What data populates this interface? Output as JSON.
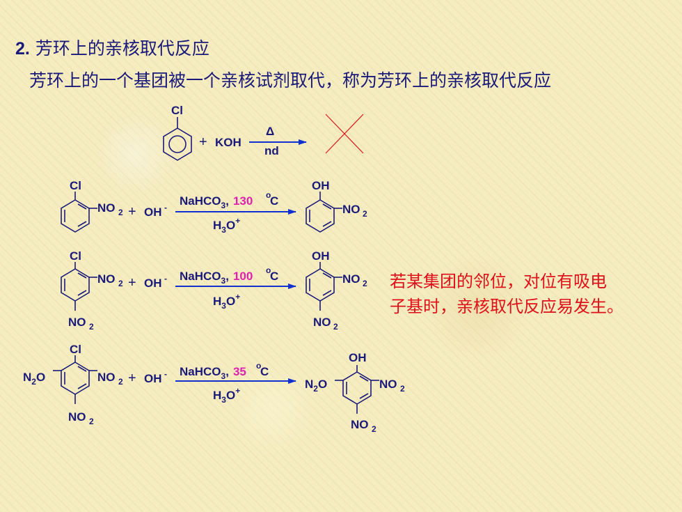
{
  "heading": {
    "number": "2.",
    "title": "芳环上的亲核取代反应"
  },
  "intro": "芳环上的一个基团被一个亲核试剂取代，称为芳环上的亲核取代反应",
  "note": {
    "line1": "若某集团的邻位，对位有吸电",
    "line2": "子基时，亲核取代反应易发生。"
  },
  "colors": {
    "text_blue": "#1a1a7a",
    "accent_red": "#e0101a",
    "temp_pink": "#e020b0",
    "arrow_blue": "#1030d0"
  },
  "reaction0": {
    "substituent": "Cl",
    "plus": "+",
    "reagent": "KOH",
    "above_arrow": "Δ",
    "below_arrow": "nd",
    "result": "no reaction (cross)"
  },
  "reaction1": {
    "reactant_top": "Cl",
    "reactant_right": "NO",
    "sub2": "2",
    "plus": "+",
    "nucleophile": "OH",
    "charge": "-",
    "cond_reagent": "NaHCO",
    "cond_sub": "3",
    "cond_comma": ",",
    "temp": "130",
    "unit": "C",
    "deg": "o",
    "below_reagent": "H",
    "below_sub": "3",
    "below_o": "O",
    "below_charge": "+",
    "product_top": "OH",
    "product_right": "NO",
    "product_sub": "2"
  },
  "reaction2": {
    "reactant_top": "Cl",
    "reactant_right": "NO",
    "reactant_bottom": "NO",
    "sub2": "2",
    "plus": "+",
    "nucleophile": "OH",
    "charge": "-",
    "cond_reagent": "NaHCO",
    "cond_sub": "3",
    "cond_comma": ",",
    "temp": "100",
    "unit": "C",
    "deg": "o",
    "below_reagent": "H",
    "below_sub": "3",
    "below_o": "O",
    "below_charge": "+",
    "product_top": "OH",
    "product_right": "NO",
    "product_bottom": "NO",
    "product_sub": "2"
  },
  "reaction3": {
    "reactant_top": "Cl",
    "reactant_left": "N",
    "reactant_left_sub": "2",
    "reactant_left_o": "O",
    "reactant_right": "NO",
    "reactant_bottom": "NO",
    "sub2": "2",
    "plus": "+",
    "nucleophile": "OH",
    "charge": "-",
    "cond_reagent": "NaHCO",
    "cond_sub": "3",
    "cond_comma": ",",
    "temp": "35",
    "unit": "C",
    "deg": "o",
    "below_reagent": "H",
    "below_sub": "3",
    "below_o": "O",
    "below_charge": "+",
    "product_top": "OH",
    "product_left": "N",
    "product_left_sub": "2",
    "product_left_o": "O",
    "product_right": "NO",
    "product_bottom": "NO",
    "product_sub": "2"
  }
}
